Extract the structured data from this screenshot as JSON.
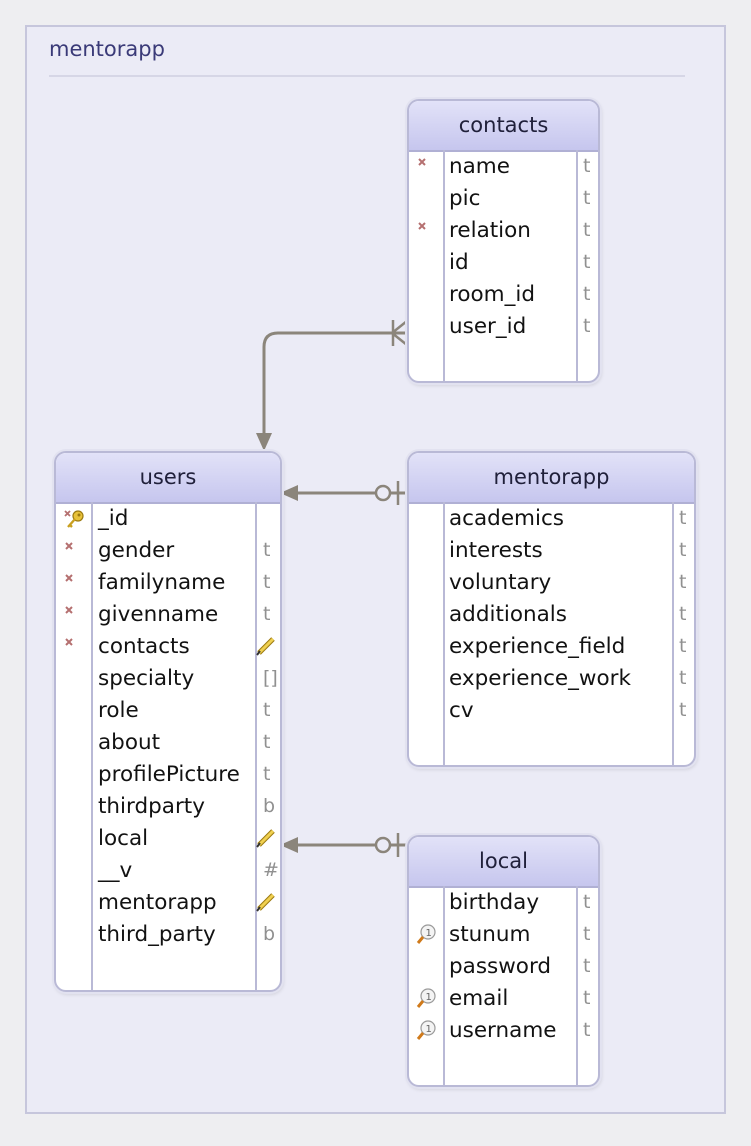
{
  "diagram": {
    "title": "mentorapp"
  },
  "colors": {
    "header_gradient_top": "#e2e2f8",
    "header_gradient_bottom": "#c6c6ee",
    "border": "#b9b9d6",
    "relation_line": "#8b857b",
    "type_text": "#909090",
    "title_text": "#3a3a78"
  },
  "entities": {
    "contacts": {
      "name": "contacts",
      "fields": [
        {
          "name": "name",
          "type": "t",
          "icon": "required-icon"
        },
        {
          "name": "pic",
          "type": "t",
          "icon": ""
        },
        {
          "name": "relation",
          "type": "t",
          "icon": "required-icon"
        },
        {
          "name": "id",
          "type": "t",
          "icon": ""
        },
        {
          "name": "room_id",
          "type": "t",
          "icon": ""
        },
        {
          "name": "user_id",
          "type": "t",
          "icon": ""
        }
      ]
    },
    "users": {
      "name": "users",
      "fields": [
        {
          "name": "_id",
          "type": "",
          "icon": "primary-key-icon"
        },
        {
          "name": "gender",
          "type": "t",
          "icon": "required-icon"
        },
        {
          "name": "familyname",
          "type": "t",
          "icon": "required-icon"
        },
        {
          "name": "givenname",
          "type": "t",
          "icon": "required-icon"
        },
        {
          "name": "contacts",
          "type": "",
          "type_icon": "reference-icon",
          "icon": "required-icon"
        },
        {
          "name": "specialty",
          "type": "[]",
          "icon": ""
        },
        {
          "name": "role",
          "type": "t",
          "icon": ""
        },
        {
          "name": "about",
          "type": "t",
          "icon": ""
        },
        {
          "name": "profilePicture",
          "type": "t",
          "icon": ""
        },
        {
          "name": "thirdparty",
          "type": "b",
          "icon": ""
        },
        {
          "name": "local",
          "type": "",
          "type_icon": "reference-icon",
          "icon": ""
        },
        {
          "name": "__v",
          "type": "#",
          "icon": ""
        },
        {
          "name": "mentorapp",
          "type": "",
          "type_icon": "reference-icon",
          "icon": ""
        },
        {
          "name": "third_party",
          "type": "b",
          "icon": ""
        }
      ]
    },
    "mentorapp": {
      "name": "mentorapp",
      "fields": [
        {
          "name": "academics",
          "type": "t",
          "icon": ""
        },
        {
          "name": "interests",
          "type": "t",
          "icon": ""
        },
        {
          "name": "voluntary",
          "type": "t",
          "icon": ""
        },
        {
          "name": "additionals",
          "type": "t",
          "icon": ""
        },
        {
          "name": "experience_field",
          "type": "t",
          "icon": ""
        },
        {
          "name": "experience_work",
          "type": "t",
          "icon": ""
        },
        {
          "name": "cv",
          "type": "t",
          "icon": ""
        }
      ]
    },
    "local": {
      "name": "local",
      "fields": [
        {
          "name": "birthday",
          "type": "t",
          "icon": ""
        },
        {
          "name": "stunum",
          "type": "t",
          "icon": "unique-index-icon"
        },
        {
          "name": "password",
          "type": "t",
          "icon": ""
        },
        {
          "name": "email",
          "type": "t",
          "icon": "unique-index-icon"
        },
        {
          "name": "username",
          "type": "t",
          "icon": "unique-index-icon"
        }
      ]
    }
  },
  "relations": [
    {
      "from": "contacts",
      "to": "users",
      "from_end": "many",
      "to_end": "arrow"
    },
    {
      "from": "mentorapp",
      "to": "users",
      "from_end": "zero-or-one",
      "to_end": "arrow"
    },
    {
      "from": "local",
      "to": "users",
      "from_end": "zero-or-one",
      "to_end": "arrow"
    }
  ]
}
